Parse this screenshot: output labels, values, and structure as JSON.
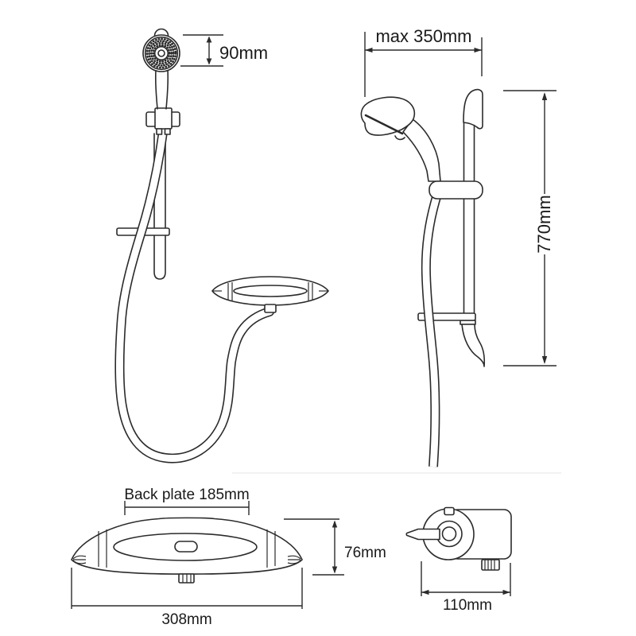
{
  "colors": {
    "background": "#ffffff",
    "line": "#2b2b2b",
    "text": "#1a1a1a"
  },
  "views": {
    "assembly_front": {
      "dims": {
        "head_diameter": "90mm"
      }
    },
    "riser_side": {
      "dims": {
        "max_width": "max 350mm",
        "rail_height": "770mm"
      }
    },
    "valve_front": {
      "dims": {
        "back_plate_width": "Back plate 185mm",
        "body_height": "76mm",
        "body_width": "308mm"
      }
    },
    "valve_side": {
      "dims": {
        "body_depth": "110mm"
      }
    }
  }
}
